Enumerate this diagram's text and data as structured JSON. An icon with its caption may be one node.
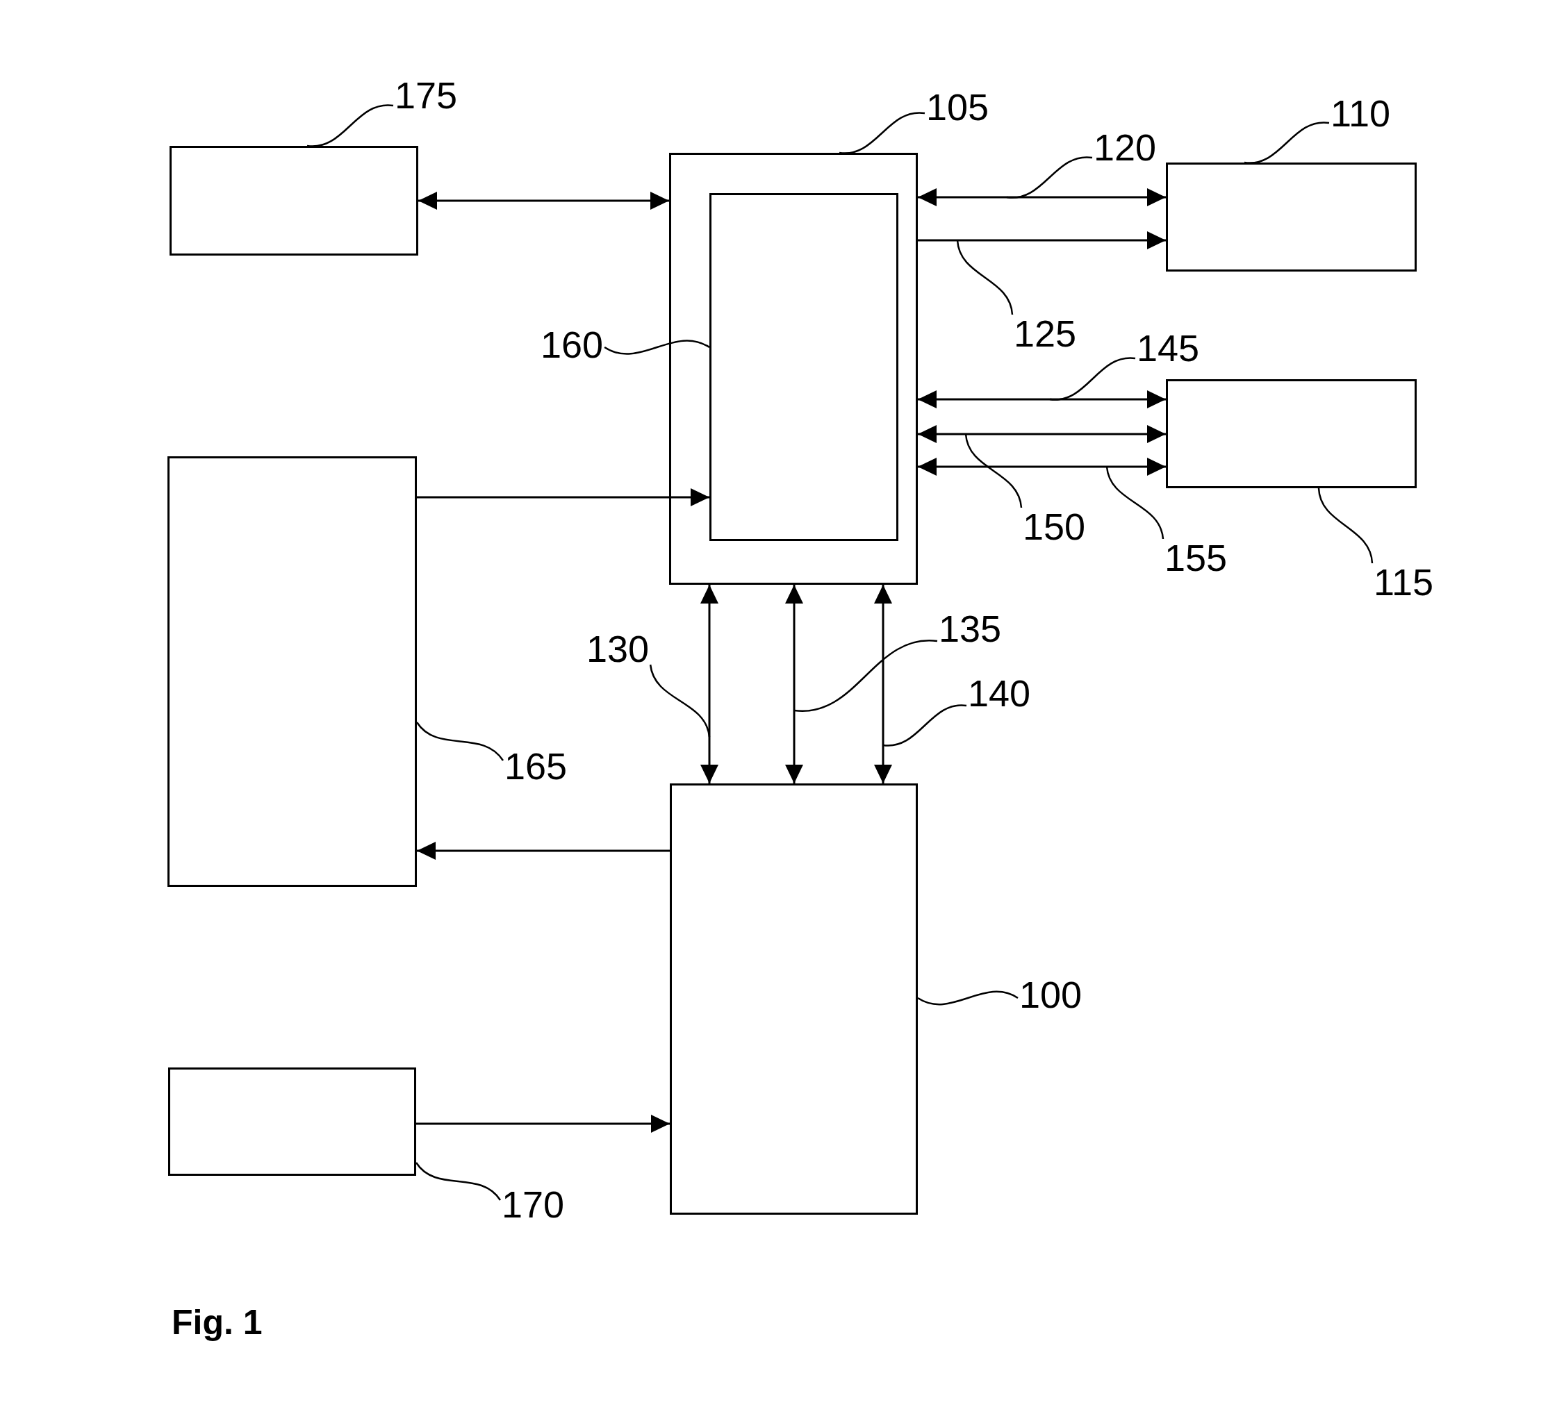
{
  "diagram": {
    "caption": "Fig. 1",
    "nodes": [
      {
        "text": [
          "175"
        ]
      },
      {
        "text": [],
        "shape": "box"
      },
      {
        "text": [
          "105"
        ]
      },
      {
        "text": [],
        "shape": "box"
      },
      {
        "text": [],
        "shape": "box",
        "in": 3
      },
      {
        "text": [
          "120"
        ]
      },
      {
        "text": [
          "110"
        ]
      },
      {
        "text": [],
        "shape": "box"
      },
      {
        "text": [
          "125"
        ]
      },
      {
        "text": [
          "160"
        ]
      },
      {
        "text": [
          "145"
        ]
      },
      {
        "text": [],
        "shape": "box"
      },
      {
        "text": [
          "150"
        ]
      },
      {
        "text": [
          "155"
        ]
      },
      {
        "text": [
          "115"
        ]
      },
      {
        "text": [],
        "shape": "box"
      },
      {
        "text": [
          "130"
        ]
      },
      {
        "text": [
          "135"
        ]
      },
      {
        "text": [
          "140"
        ]
      },
      {
        "text": [
          "165"
        ]
      },
      {
        "text": [],
        "shape": "box"
      },
      {
        "text": [
          "100"
        ]
      },
      {
        "text": [],
        "shape": "box"
      },
      {
        "text": [
          "170"
        ]
      }
    ],
    "edges": [
      {
        "from": 1,
        "to": 3,
        "arrow": "both"
      },
      {
        "from": 15,
        "to": 4,
        "arrow": "to"
      },
      {
        "from": 3,
        "to": 7,
        "arrow": "both"
      },
      {
        "from": 3,
        "to": 7,
        "arrow": "to"
      },
      {
        "from": 3,
        "to": 11,
        "arrow": "both"
      },
      {
        "from": 3,
        "to": 11,
        "arrow": "both"
      },
      {
        "from": 3,
        "to": 11,
        "arrow": "both"
      },
      {
        "from": 3,
        "to": 20,
        "arrow": "both"
      },
      {
        "from": 3,
        "to": 20,
        "arrow": "both"
      },
      {
        "from": 3,
        "to": 20,
        "arrow": "both"
      },
      {
        "from": 20,
        "to": 15,
        "arrow": "to"
      },
      {
        "from": 22,
        "to": 20,
        "arrow": "to"
      },
      {
        "from": 0,
        "to": 1,
        "arrow": "none"
      },
      {
        "from": 2,
        "to": 3,
        "arrow": "none"
      },
      {
        "from": 5,
        "to": null,
        "arrow": "none"
      },
      {
        "from": 6,
        "to": 7,
        "arrow": "none"
      },
      {
        "from": 8,
        "to": null,
        "arrow": "none"
      },
      {
        "from": 9,
        "to": 4,
        "arrow": "none"
      },
      {
        "from": 10,
        "to": null,
        "arrow": "none"
      },
      {
        "from": 12,
        "to": null,
        "arrow": "none"
      },
      {
        "from": 13,
        "to": null,
        "arrow": "none"
      },
      {
        "from": 14,
        "to": 11,
        "arrow": "none"
      },
      {
        "from": 16,
        "to": null,
        "arrow": "none"
      },
      {
        "from": 17,
        "to": null,
        "arrow": "none"
      },
      {
        "from": 18,
        "to": null,
        "arrow": "none"
      },
      {
        "from": 19,
        "to": 15,
        "arrow": "none"
      },
      {
        "from": 21,
        "to": 20,
        "arrow": "none"
      },
      {
        "from": 23,
        "to": 22,
        "arrow": "none"
      }
    ]
  }
}
